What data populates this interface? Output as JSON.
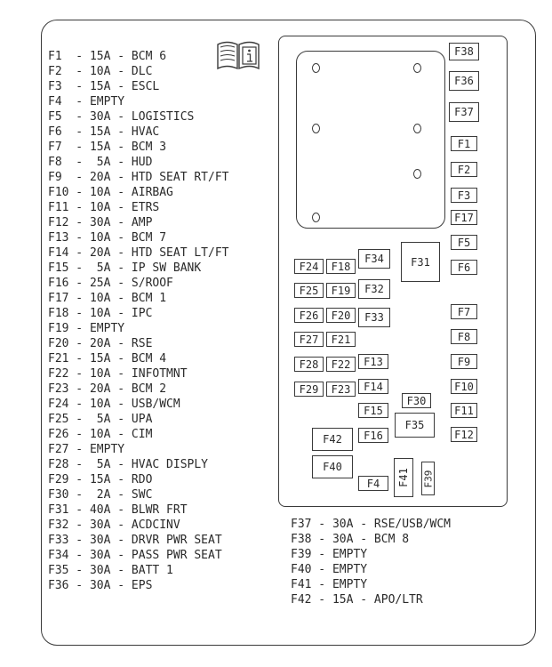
{
  "legend_left": [
    "F1  - 15A - BCM 6",
    "F2  - 10A - DLC",
    "F3  - 15A - ESCL",
    "F4  - EMPTY",
    "F5  - 30A - LOGISTICS",
    "F6  - 15A - HVAC",
    "F7  - 15A - BCM 3",
    "F8  -  5A - HUD",
    "F9  - 20A - HTD SEAT RT/FT",
    "F10 - 10A - AIRBAG",
    "F11 - 10A - ETRS",
    "F12 - 30A - AMP",
    "F13 - 10A - BCM 7",
    "F14 - 20A - HTD SEAT LT/FT",
    "F15 -  5A - IP SW BANK",
    "F16 - 25A - S/ROOF",
    "F17 - 10A - BCM 1",
    "F18 - 10A - IPC",
    "F19 - EMPTY",
    "F20 - 20A - RSE",
    "F21 - 15A - BCM 4",
    "F22 - 10A - INFOTMNT",
    "F23 - 20A - BCM 2",
    "F24 - 10A - USB/WCM",
    "F25 -  5A - UPA",
    "F26 - 10A - CIM",
    "F27 - EMPTY",
    "F28 -  5A - HVAC DISPLY",
    "F29 - 15A - RDO",
    "F30 -  2A - SWC",
    "F31 - 40A - BLWR FRT",
    "F32 - 30A - ACDCINV",
    "F33 - 30A - DRVR PWR SEAT",
    "F34 - 30A - PASS PWR SEAT",
    "F35 - 30A - BATT 1",
    "F36 - 30A - EPS"
  ],
  "legend_right": [
    "F37 - 30A - RSE/USB/WCM",
    "F38 - 30A - BCM 8",
    "F39 - EMPTY",
    "F40 - EMPTY",
    "F41 - EMPTY",
    "F42 - 15A - APO/LTR"
  ],
  "fuses": {
    "F1": "F1",
    "F2": "F2",
    "F3": "F3",
    "F4": "F4",
    "F5": "F5",
    "F6": "F6",
    "F7": "F7",
    "F8": "F8",
    "F9": "F9",
    "F10": "F10",
    "F11": "F11",
    "F12": "F12",
    "F13": "F13",
    "F14": "F14",
    "F15": "F15",
    "F16": "F16",
    "F17": "F17",
    "F18": "F18",
    "F19": "F19",
    "F20": "F20",
    "F21": "F21",
    "F22": "F22",
    "F23": "F23",
    "F24": "F24",
    "F25": "F25",
    "F26": "F26",
    "F27": "F27",
    "F28": "F28",
    "F29": "F29",
    "F30": "F30",
    "F31": "F31",
    "F32": "F32",
    "F33": "F33",
    "F34": "F34",
    "F35": "F35",
    "F36": "F36",
    "F37": "F37",
    "F38": "F38",
    "F39": "F39",
    "F40": "F40",
    "F41": "F41",
    "F42": "F42"
  },
  "icons": {
    "manual": "manual-book-info-icon"
  }
}
